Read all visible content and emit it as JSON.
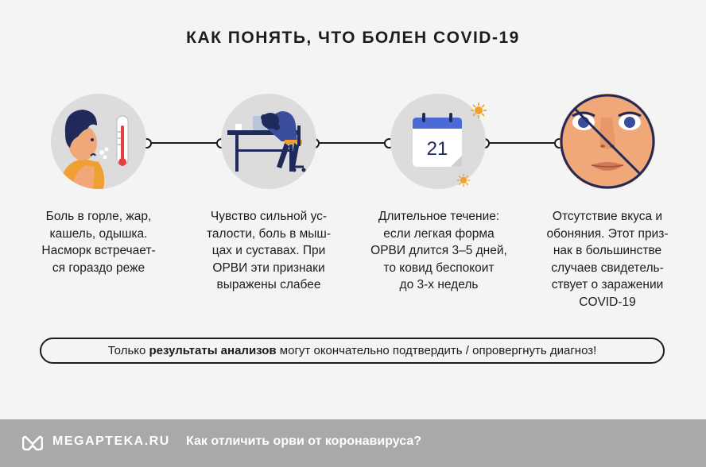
{
  "title": "КАК ПОНЯТЬ, ЧТО БОЛЕН COVID-19",
  "symptoms": [
    {
      "text": "Боль в горле, жар,\nкашель, одышка.\nНасморк встречает-\nся гораздо реже"
    },
    {
      "text": "Чувство сильной ус-\nталости, боль в мыш-\nцах и суставах. При\nОРВИ эти признаки\nвыражены слабее"
    },
    {
      "text": "Длительное течение:\nесли легкая форма\nОРВИ длится 3–5 дней,\nто ковид беспокоит\nдо 3-х недель"
    },
    {
      "text": "Отсутствие вкуса и\nобоняния. Этот приз-\nнак в большинстве\nслучаев свидетель-\nствует о заражении\nCOVID-19"
    }
  ],
  "calendar_day": "21",
  "note": {
    "prefix": "Только ",
    "bold": "результаты анализов",
    "suffix": " могут окончательно подтвердить / опровергнуть диагноз!"
  },
  "footer": {
    "brand": "MEGAPTEKA.RU",
    "tagline": "Как отличить орви от коронавируса?"
  },
  "colors": {
    "background": "#f4f4f4",
    "circle": "#dcdcdc",
    "footer": "#a9a9a9",
    "accent_orange": "#f0a030",
    "hair_navy": "#1f2a5a",
    "skin": "#f0a878"
  }
}
